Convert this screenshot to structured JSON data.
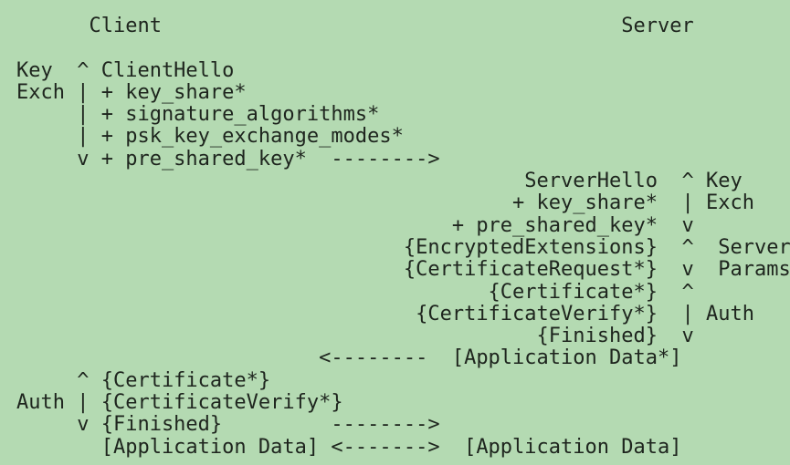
{
  "colors": {
    "background": "#b4dab2",
    "text": "#1e251e"
  },
  "figure": {
    "client_header": "Client",
    "server_header": "Server",
    "left_phase_labels": [
      "Key",
      "Exch",
      "Auth"
    ],
    "right_phase_labels": [
      "Key",
      "Exch",
      "Server",
      "Params",
      "Auth"
    ],
    "arrows": [
      "-------->",
      "<--------",
      "-------->",
      "<------->"
    ],
    "lines": [
      "      Client                                      Server",
      "",
      "Key  ^ ClientHello",
      "Exch | + key_share*",
      "     | + signature_algorithms*",
      "     | + psk_key_exchange_modes*",
      "     v + pre_shared_key*  -------->",
      "                                          ServerHello  ^ Key",
      "                                         + key_share*  | Exch",
      "                                    + pre_shared_key*  v",
      "                                {EncryptedExtensions}  ^  Server",
      "                                {CertificateRequest*}  v  Params",
      "                                       {Certificate*}  ^",
      "                                 {CertificateVerify*}  | Auth",
      "                                           {Finished}  v",
      "                         <--------  [Application Data*]",
      "     ^ {Certificate*}",
      "Auth | {CertificateVerify*}",
      "     v {Finished}         -------->",
      "       [Application Data] <------->  [Application Data]"
    ]
  }
}
